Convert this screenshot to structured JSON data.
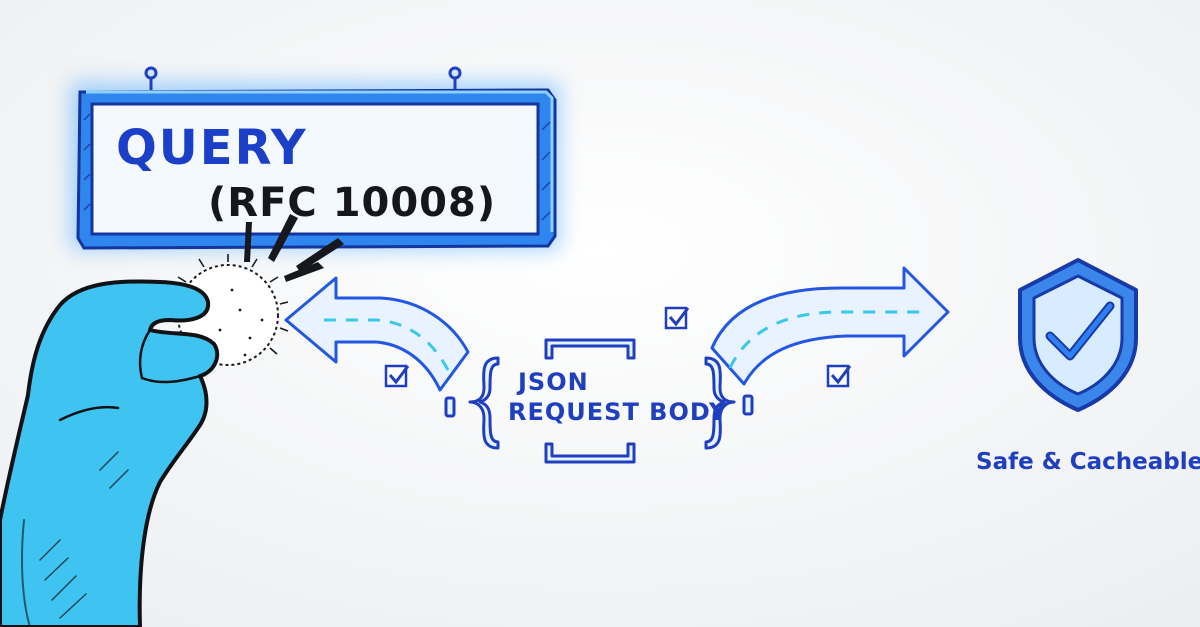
{
  "sign": {
    "title": "QUERY",
    "subtitle": "(RFC 10008)"
  },
  "body_block": {
    "line1": "JSON",
    "line2": "REQUEST BODY"
  },
  "badge": {
    "label": "Safe & Cacheable"
  },
  "colors": {
    "ink": "#1f3fbf",
    "sign_fill": "#e9f4ff",
    "sign_border": "#1c6fe8",
    "arrow_stroke": "#2457e0",
    "dash": "#39c9e8",
    "hand": "#3dc3f0",
    "shield": "#2b7be6"
  }
}
